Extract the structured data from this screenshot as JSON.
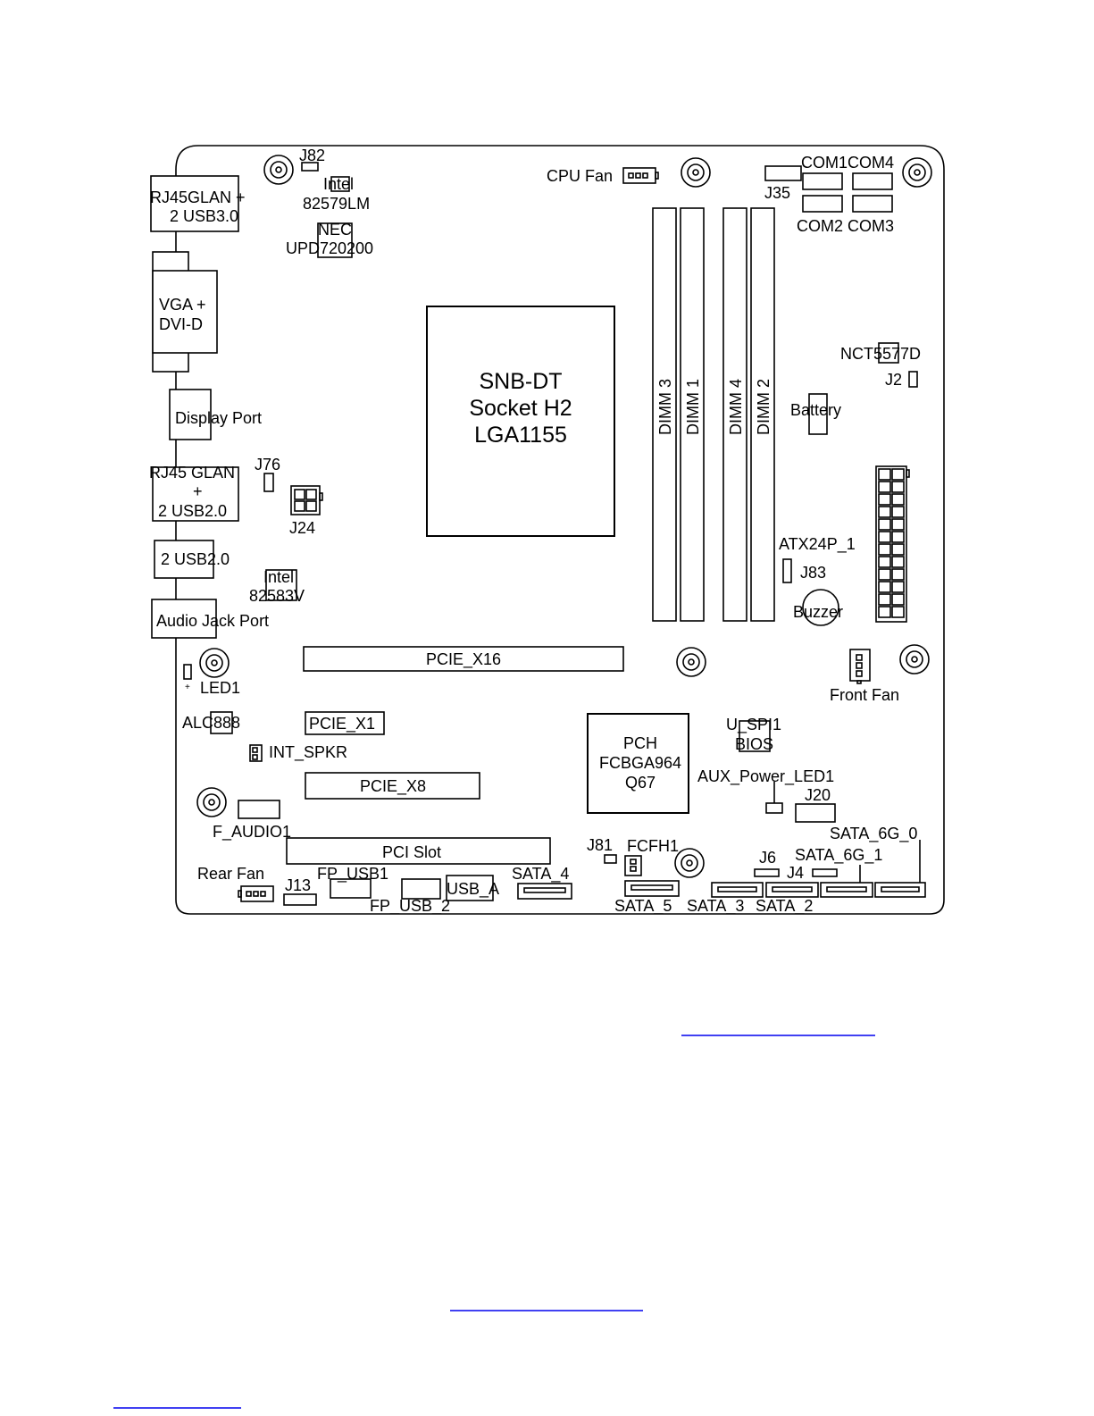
{
  "diagram": {
    "soc_line1": "SNB-DT",
    "soc_line2": "Socket H2",
    "soc_line3": "LGA1155",
    "pch_line1": "PCH",
    "pch_line2": "FCBGA964",
    "pch_line3": "Q67",
    "io": {
      "rj45_usb3_line1": "RJ45GLAN +",
      "rj45_usb3_line2": "2 USB3.0",
      "vga_line1": "VGA +",
      "vga_line2": "DVI-D",
      "display_port": "Display Port",
      "rj45_usb2_line1": "RJ45 GLAN",
      "rj45_usb2_line2": "+",
      "rj45_usb2_line3": "2 USB2.0",
      "usb2": "2 USB2.0",
      "audio_jack": "Audio Jack Port"
    },
    "chips": {
      "intel_lan_line1": "Intel",
      "intel_lan_line2": "82579LM",
      "nec_line1": "NEC",
      "nec_line2": "UPD720200",
      "intel_phy_line1": "Intel",
      "intel_phy_line2": "82583V",
      "alc": "ALC888",
      "nct": "NCT5577D",
      "spi_line1": "U_SPI1",
      "spi_line2": "BIOS"
    },
    "dimms": [
      "DIMM 3",
      "DIMM 1",
      "DIMM 4",
      "DIMM 2"
    ],
    "slots": {
      "pcie_x16": "PCIE_X16",
      "pcie_x1": "PCIE_X1",
      "pcie_x8": "PCIE_X8",
      "pci": "PCI Slot"
    },
    "headers": {
      "j82": "J82",
      "cpu_fan": "CPU Fan",
      "com1com4": "COM1COM4",
      "j35": "J35",
      "com2com3": "COM2 COM3",
      "j2": "J2",
      "battery": "Battery",
      "j76": "J76",
      "j24": "J24",
      "atx": "ATX24P_1",
      "j83": "J83",
      "buzzer": "Buzzer",
      "led1": "LED1",
      "led_plus": "+",
      "front_fan": "Front Fan",
      "int_spkr": "INT_SPKR",
      "aux_led": "AUX_Power_LED1",
      "j20": "J20",
      "f_audio": "F_AUDIO1",
      "sata6g0": "SATA_6G_0",
      "j81": "J81",
      "fcfh1": "FCFH1",
      "j6": "J6",
      "sata6g1": "SATA_6G_1",
      "j4": "J4",
      "rear_fan": "Rear Fan",
      "fp_usb1": "FP_USB1",
      "j13": "J13",
      "usb_a": "USB_A",
      "sata4": "SATA_4",
      "fp_usb2": "FP_USB_2",
      "sata5": "SATA_5",
      "sata3": "SATA_3",
      "sata2": "SATA_2"
    }
  }
}
